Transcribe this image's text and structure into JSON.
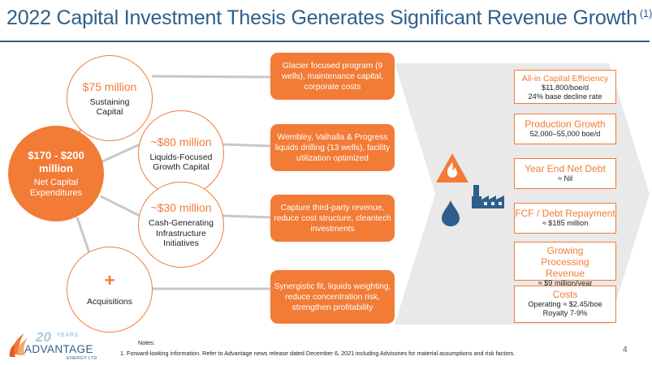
{
  "title": {
    "text": "2022 Capital Investment Thesis Generates Significant Revenue Growth",
    "footnote_ref": "(1)"
  },
  "core": {
    "amount": "$170 - $200 million",
    "label": "Net Capital Expenditures"
  },
  "spokes": [
    {
      "amount": "$75 million",
      "label": "Sustaining Capital"
    },
    {
      "amount": "~$80 million",
      "label": "Liquids-Focused Growth Capital"
    },
    {
      "amount": "~$30 million",
      "label": "Cash-Generating Infrastructure Initiatives"
    },
    {
      "amount": "+",
      "label": "Acquisitions"
    }
  ],
  "programs": [
    "Glacier focused program (9 wells), maintenance capital, corporate costs",
    "Wembley, Valhalla & Progress liquids drilling (13 wells), facility utilization optimized",
    "Capture third-party revenue, reduce cost structure, cleantech investments",
    "Synergistic fit, liquids weighting, reduce concentration risk, strengthen profitability"
  ],
  "outcomes": [
    {
      "header": "All-in Capital Efficiency",
      "lines": [
        "$11,800/boe/d",
        "24% base decline rate"
      ]
    },
    {
      "header": "Production Growth",
      "lines": [
        "52,000–55,000 boe/d"
      ]
    },
    {
      "header": "Year End Net Debt",
      "lines": [
        "≈ Nil"
      ]
    },
    {
      "header": "FCF / Debt Repayment",
      "lines": [
        "≈ $185 million"
      ]
    },
    {
      "header": "Growing Processing Revenue",
      "lines": [
        "≈ $9 million/year"
      ]
    },
    {
      "header": "Costs",
      "lines": [
        "Operating ≈ $2.45/boe",
        "Royalty 7-9%"
      ]
    }
  ],
  "icons": [
    "flame-icon",
    "factory-icon",
    "oil-drop-icon"
  ],
  "logo": {
    "number": "20",
    "years": "YEARS",
    "name": "ADVANTAGE",
    "sub": "ENERGY LTD"
  },
  "notes": {
    "heading": "Notes:",
    "text": "1. Forward-looking information. Refer to Advantage news release dated December 6, 2021 including Advisories for material assumptions and risk factors."
  },
  "page_number": "4",
  "colors": {
    "brand_blue": "#2e5f8a",
    "accent_orange": "#f27b36",
    "chevron_gray": "#e9e9e9",
    "connector_gray": "#c8c8c8"
  }
}
